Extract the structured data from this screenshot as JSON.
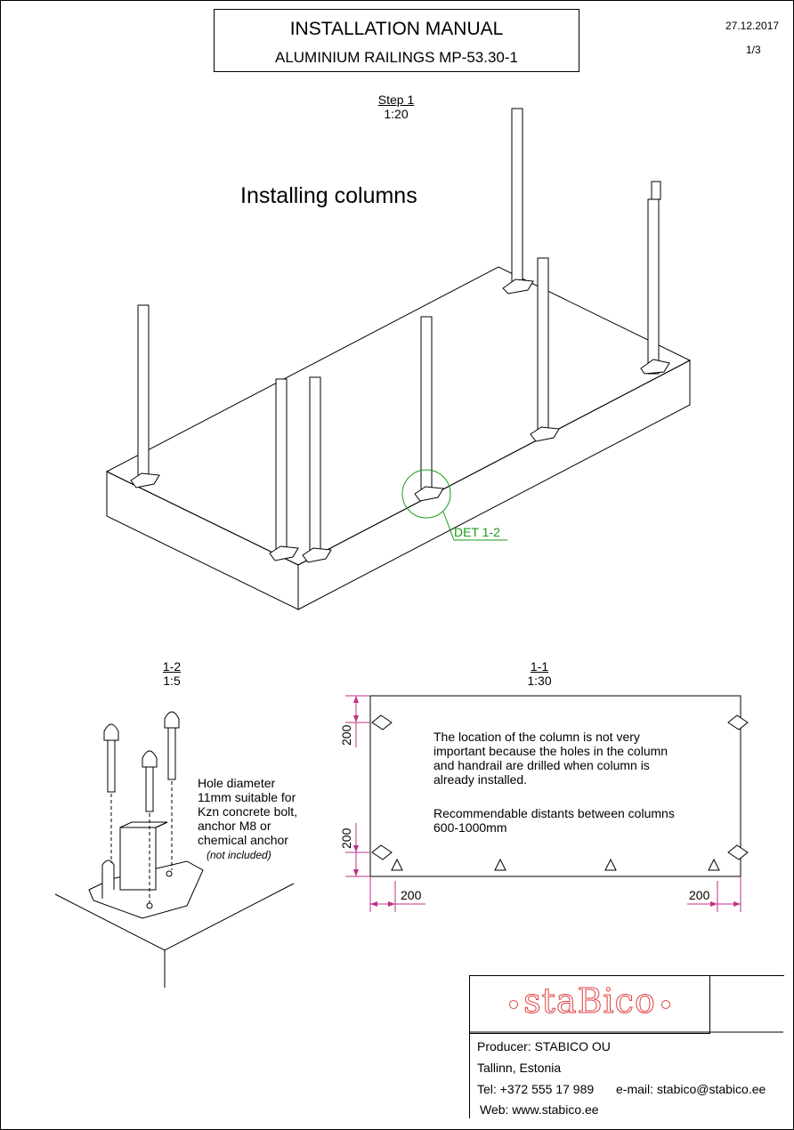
{
  "header": {
    "title": "INSTALLATION MANUAL",
    "subtitle": "ALUMINIUM RAILINGS MP-53.30-1",
    "date": "27.12.2017",
    "page": "1/3"
  },
  "step1": {
    "label": "Step 1",
    "scale": "1:20",
    "heading": "Installing columns",
    "detail_callout": "DET 1-2"
  },
  "detail_1_2": {
    "label": "1-2",
    "scale": "1:5",
    "note_lines": [
      "Hole diameter",
      "11mm suitable for",
      "Kzn concrete bolt,",
      "anchor M8 or",
      "chemical anchor"
    ],
    "note_sub": "(not included)"
  },
  "detail_1_1": {
    "label": "1-1",
    "scale": "1:30",
    "text1_lines": [
      "The location of the column is not very",
      "important because the holes in the column",
      "and handrail are drilled when column is",
      "already installed."
    ],
    "text2_lines": [
      "Recommendable distants between columns",
      "600-1000mm"
    ],
    "dim_top": "200",
    "dim_bottom": "200",
    "dim_left": "200",
    "dim_right": "200"
  },
  "producer": {
    "logo": "staBico",
    "line1": "Producer: STABICO OU",
    "line2": "Tallinn, Estonia",
    "tel": "Tel: +372 555 17 989",
    "email": "e-mail: stabico@stabico.ee",
    "web": "Web: www.stabico.ee"
  },
  "colors": {
    "accent_dim": "#c0308a",
    "callout": "#1a9a1a",
    "logo": "#e04040"
  }
}
